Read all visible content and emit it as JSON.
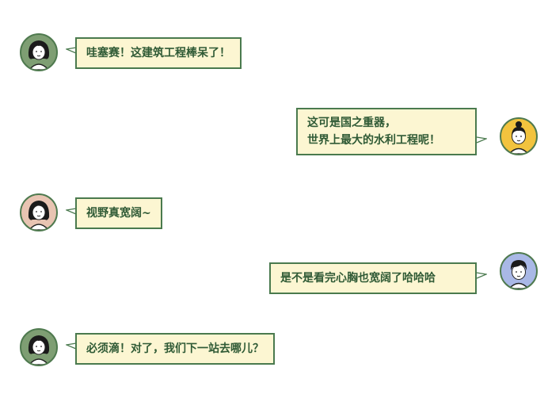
{
  "colors": {
    "bubble_fill": "#fcf6d2",
    "bubble_border": "#4a7a4e",
    "text": "#2f5a35",
    "avatar_border": "#4f7a4f"
  },
  "messages": [
    {
      "side": "left",
      "avatar": "girl-long-hair-avatar-green",
      "lines": [
        "哇塞赛！这建筑工程棒呆了！"
      ]
    },
    {
      "side": "right",
      "avatar": "girl-bun-avatar-yellow",
      "lines": [
        "这可是国之重器，",
        "世界上最大的水利工程呢！"
      ]
    },
    {
      "side": "left",
      "avatar": "girl-long-hair-avatar-pink",
      "lines": [
        "视野真宽阔~"
      ]
    },
    {
      "side": "right",
      "avatar": "boy-avatar-blue",
      "lines": [
        "是不是看完心胸也宽阔了哈哈哈"
      ]
    },
    {
      "side": "left",
      "avatar": "girl-long-hair-avatar-green",
      "lines": [
        "必须滴！对了，我们下一站去哪儿？"
      ]
    }
  ]
}
